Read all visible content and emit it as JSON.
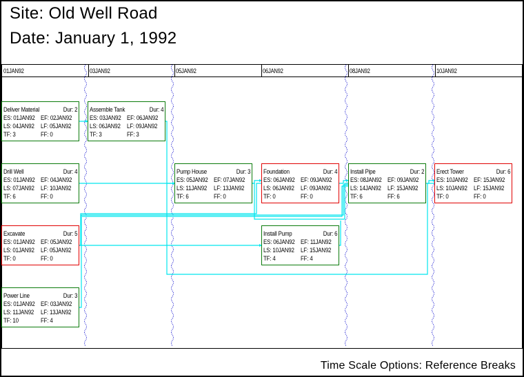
{
  "titles": {
    "site": "Site: Old Well Road",
    "date": "Date: January 1, 1992"
  },
  "timescale": {
    "labels": [
      "01JAN92",
      "03JAN92",
      "05JAN92",
      "06JAN92",
      "08JAN92",
      "10JAN92"
    ],
    "break_style": "reference-breaks (blue dotted wavy lines)"
  },
  "colors": {
    "critical_border": "#e00000",
    "noncritical_border": "#0a7a0a",
    "connector": "#00e5ee",
    "break_line": "#0000cc"
  },
  "nodes": [
    {
      "name": "Deliver Material",
      "dur": "Dur: 2",
      "es": "ES: 01JAN92",
      "ef": "EF: 02JAN92",
      "ls": "LS: 04JAN92",
      "lf": "LF: 05JAN92",
      "tf": "TF: 3",
      "ff": "FF: 0",
      "critical": false
    },
    {
      "name": "Assemble Tank",
      "dur": "Dur: 4",
      "es": "ES: 03JAN92",
      "ef": "EF: 06JAN92",
      "ls": "LS: 06JAN92",
      "lf": "LF: 09JAN92",
      "tf": "TF: 3",
      "ff": "FF: 3",
      "critical": false
    },
    {
      "name": "Drill Well",
      "dur": "Dur: 4",
      "es": "ES: 01JAN92",
      "ef": "EF: 04JAN92",
      "ls": "LS: 07JAN92",
      "lf": "LF: 10JAN92",
      "tf": "TF: 6",
      "ff": "FF: 0",
      "critical": false
    },
    {
      "name": "Pump House",
      "dur": "Dur: 3",
      "es": "ES: 05JAN92",
      "ef": "EF: 07JAN92",
      "ls": "LS: 11JAN92",
      "lf": "LF: 13JAN92",
      "tf": "TF: 6",
      "ff": "FF: 0",
      "critical": false
    },
    {
      "name": "Foundation",
      "dur": "Dur: 4",
      "es": "ES: 06JAN92",
      "ef": "EF: 09JAN92",
      "ls": "LS: 06JAN92",
      "lf": "LF: 09JAN92",
      "tf": "TF: 0",
      "ff": "FF: 0",
      "critical": true
    },
    {
      "name": "Install Pipe",
      "dur": "Dur: 2",
      "es": "ES: 08JAN92",
      "ef": "EF: 09JAN92",
      "ls": "LS: 14JAN92",
      "lf": "LF: 15JAN92",
      "tf": "TF: 6",
      "ff": "FF: 6",
      "critical": false
    },
    {
      "name": "Erect Tower",
      "dur": "Dur: 6",
      "es": "ES: 10JAN92",
      "ef": "EF: 15JAN92",
      "ls": "LS: 10JAN92",
      "lf": "LF: 15JAN92",
      "tf": "TF: 0",
      "ff": "FF: 0",
      "critical": true
    },
    {
      "name": "Excavate",
      "dur": "Dur: 5",
      "es": "ES: 01JAN92",
      "ef": "EF: 05JAN92",
      "ls": "LS: 01JAN92",
      "lf": "LF: 05JAN92",
      "tf": "TF: 0",
      "ff": "FF: 0",
      "critical": true
    },
    {
      "name": "Install Pump",
      "dur": "Dur: 6",
      "es": "ES: 06JAN92",
      "ef": "EF: 11JAN92",
      "ls": "LS: 10JAN92",
      "lf": "LF: 15JAN92",
      "tf": "TF: 4",
      "ff": "FF: 4",
      "critical": false
    },
    {
      "name": "Power Line",
      "dur": "Dur: 3",
      "es": "ES: 01JAN92",
      "ef": "EF: 03JAN92",
      "ls": "LS: 11JAN92",
      "lf": "LF: 13JAN92",
      "tf": "TF: 10",
      "ff": "FF: 4",
      "critical": false
    }
  ],
  "footer": {
    "text": "Time Scale Options: Reference Breaks"
  }
}
